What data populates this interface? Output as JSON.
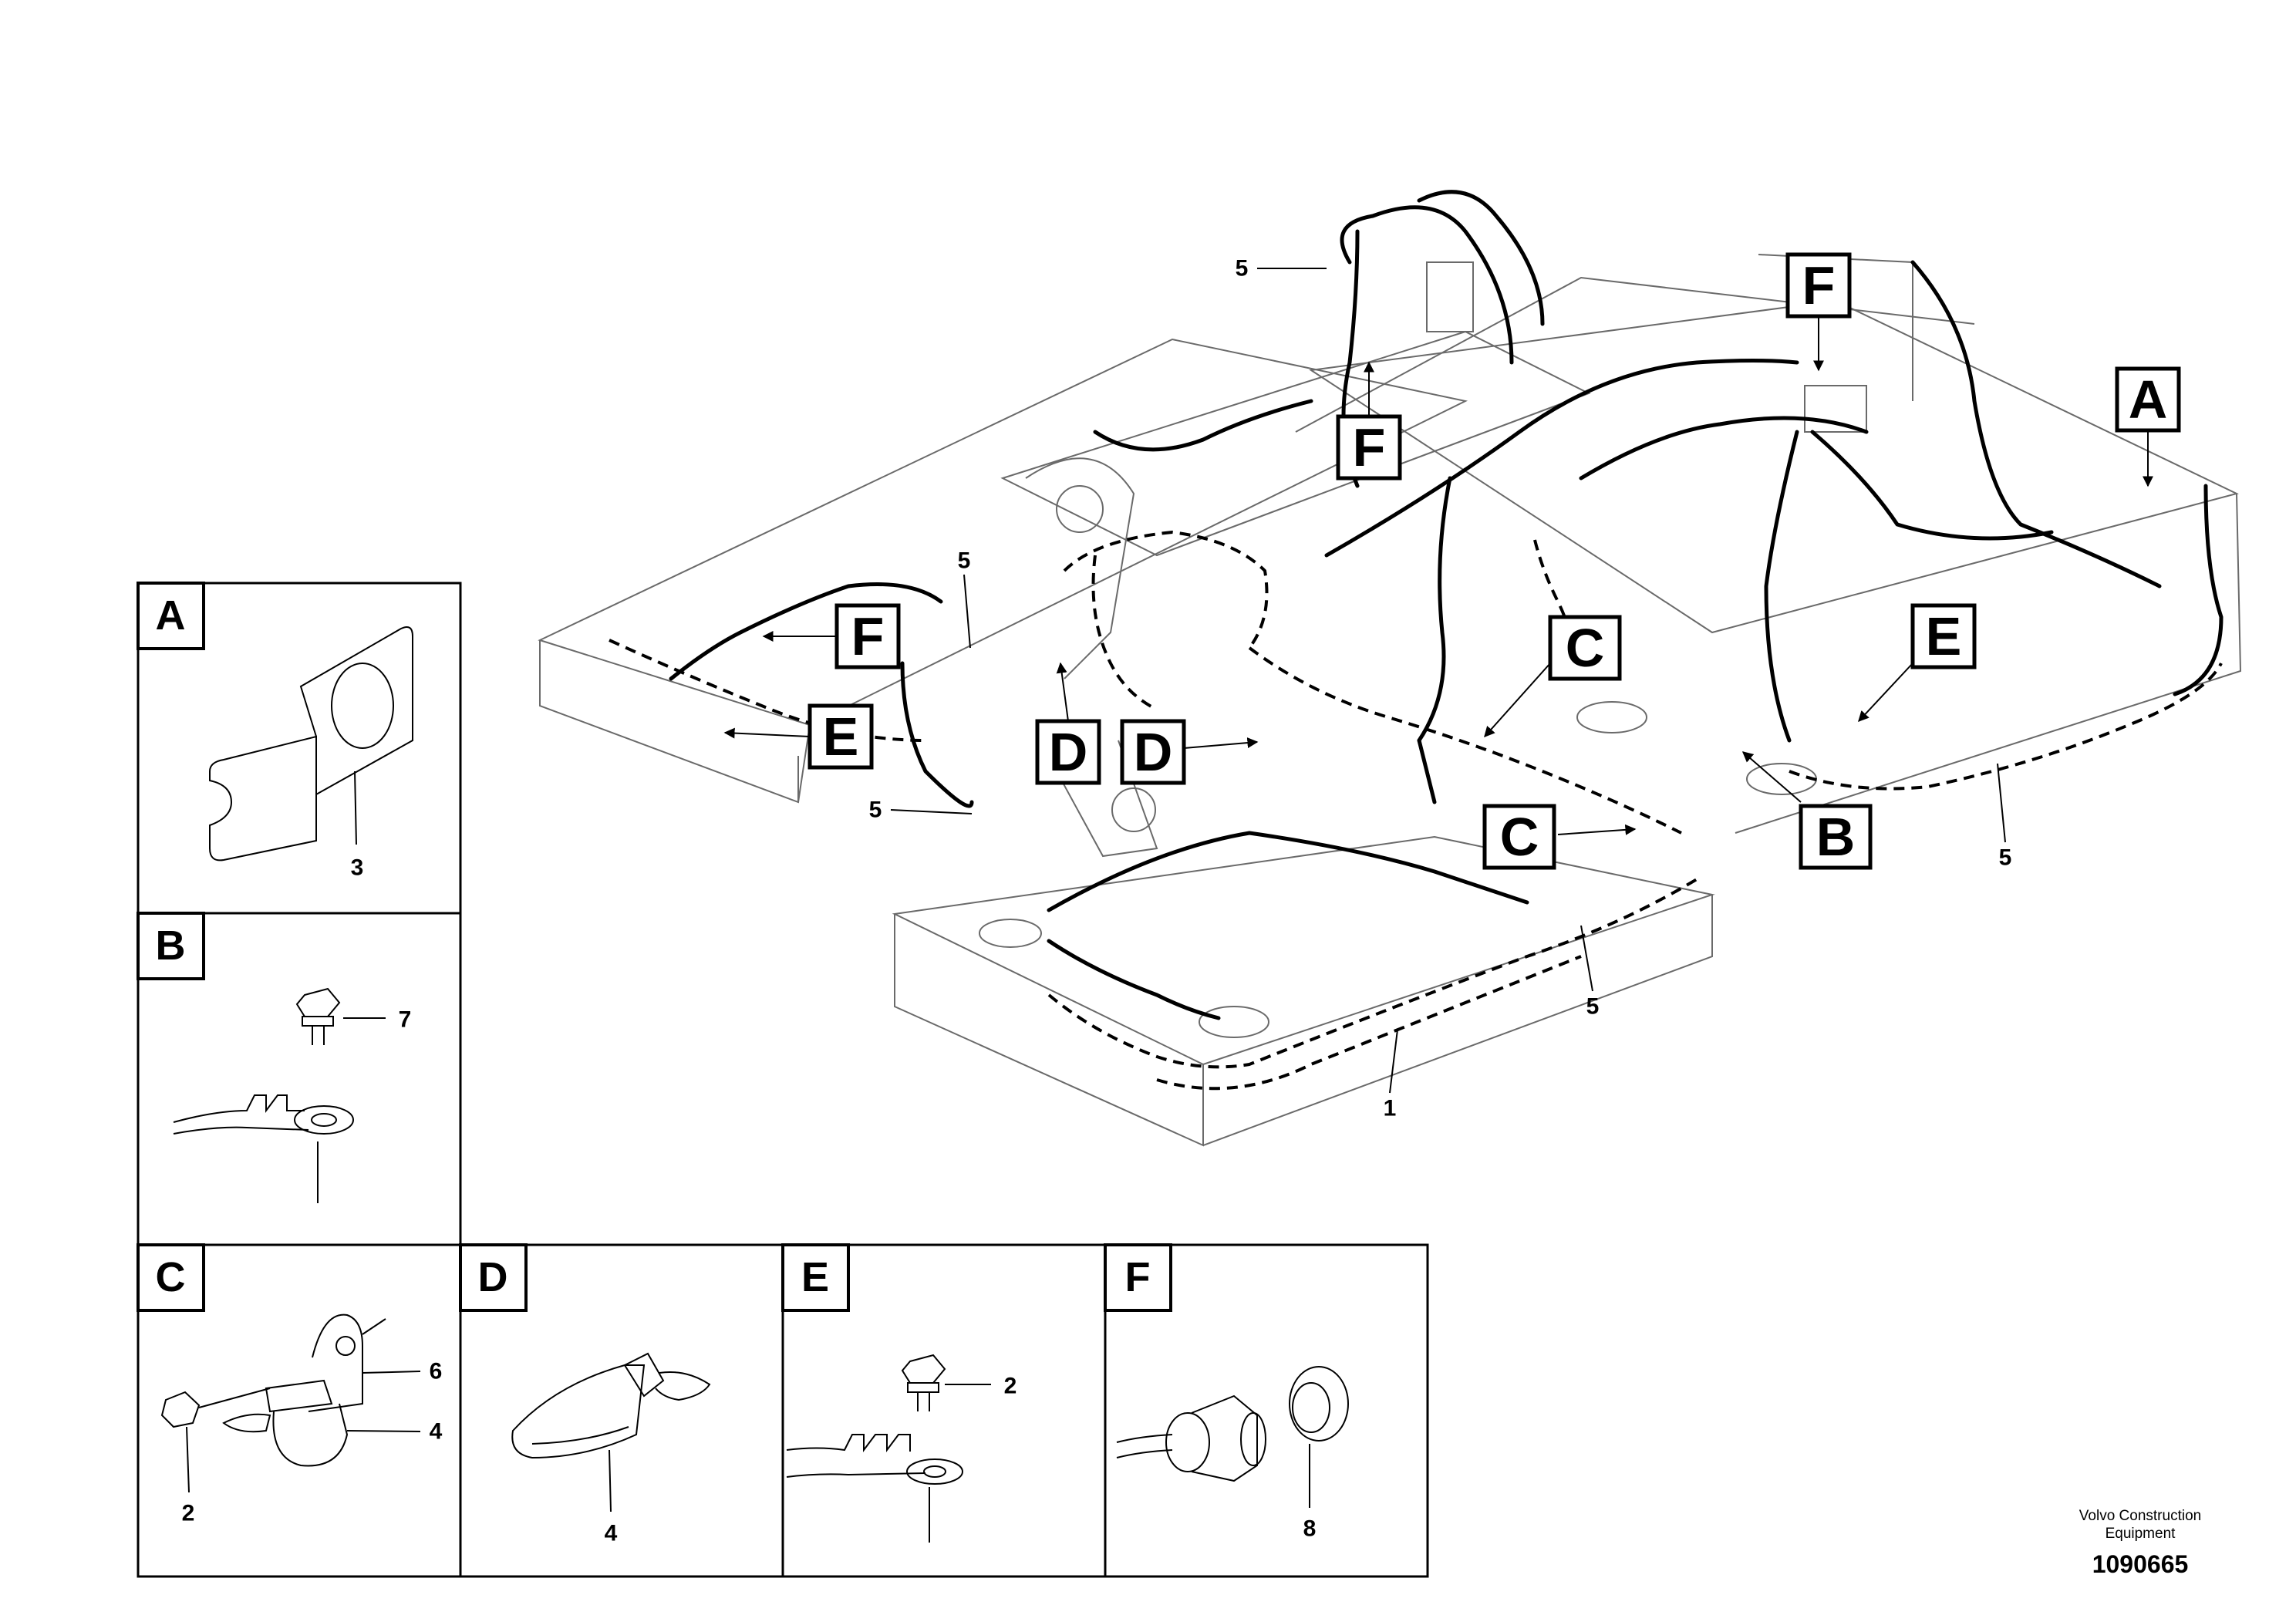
{
  "callouts": {
    "A": "A",
    "B": "B",
    "C": "C",
    "D": "D",
    "E": "E",
    "F": "F"
  },
  "part_numbers": {
    "p1": "1",
    "p2": "2",
    "p3": "3",
    "p4": "4",
    "p5": "5",
    "p6": "6",
    "p7": "7",
    "p8": "8"
  },
  "details": [
    {
      "letter": "A",
      "parts": [
        "3"
      ]
    },
    {
      "letter": "B",
      "parts": [
        "7"
      ]
    },
    {
      "letter": "C",
      "parts": [
        "6",
        "4",
        "2"
      ]
    },
    {
      "letter": "D",
      "parts": [
        "4"
      ]
    },
    {
      "letter": "E",
      "parts": [
        "2"
      ]
    },
    {
      "letter": "F",
      "parts": [
        "8"
      ]
    }
  ],
  "credit": {
    "line1": "Volvo Construction",
    "line2": "Equipment",
    "figure_id": "1090665"
  }
}
